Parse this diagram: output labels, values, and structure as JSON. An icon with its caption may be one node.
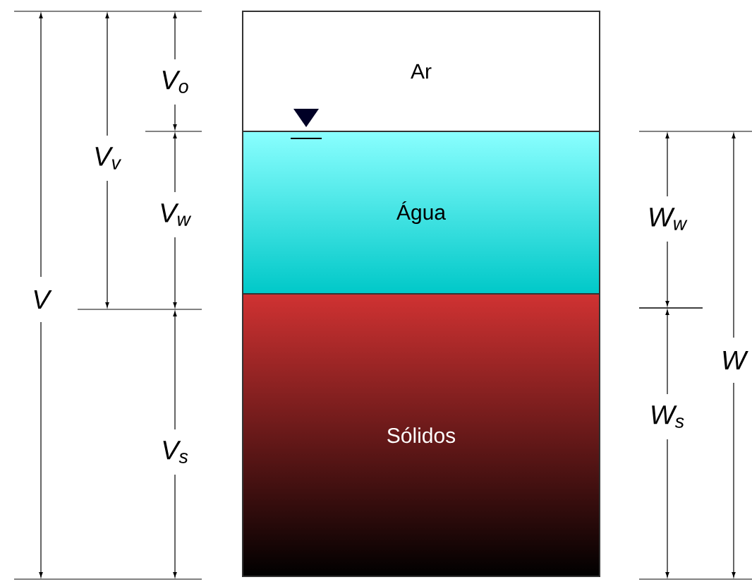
{
  "diagram": {
    "nodes": [
      {
        "text": [
          "Ar"
        ]
      },
      {
        "text": [
          "Água"
        ]
      },
      {
        "text": [
          "Sólidos"
        ]
      }
    ],
    "edges": [],
    "labels": [
      "V$_{o}$",
      "V$_{v}$",
      "V$_{w}$",
      "V",
      "W$_{w}$",
      "W",
      "V$_{s}$",
      "W$_{s}$"
    ]
  }
}
